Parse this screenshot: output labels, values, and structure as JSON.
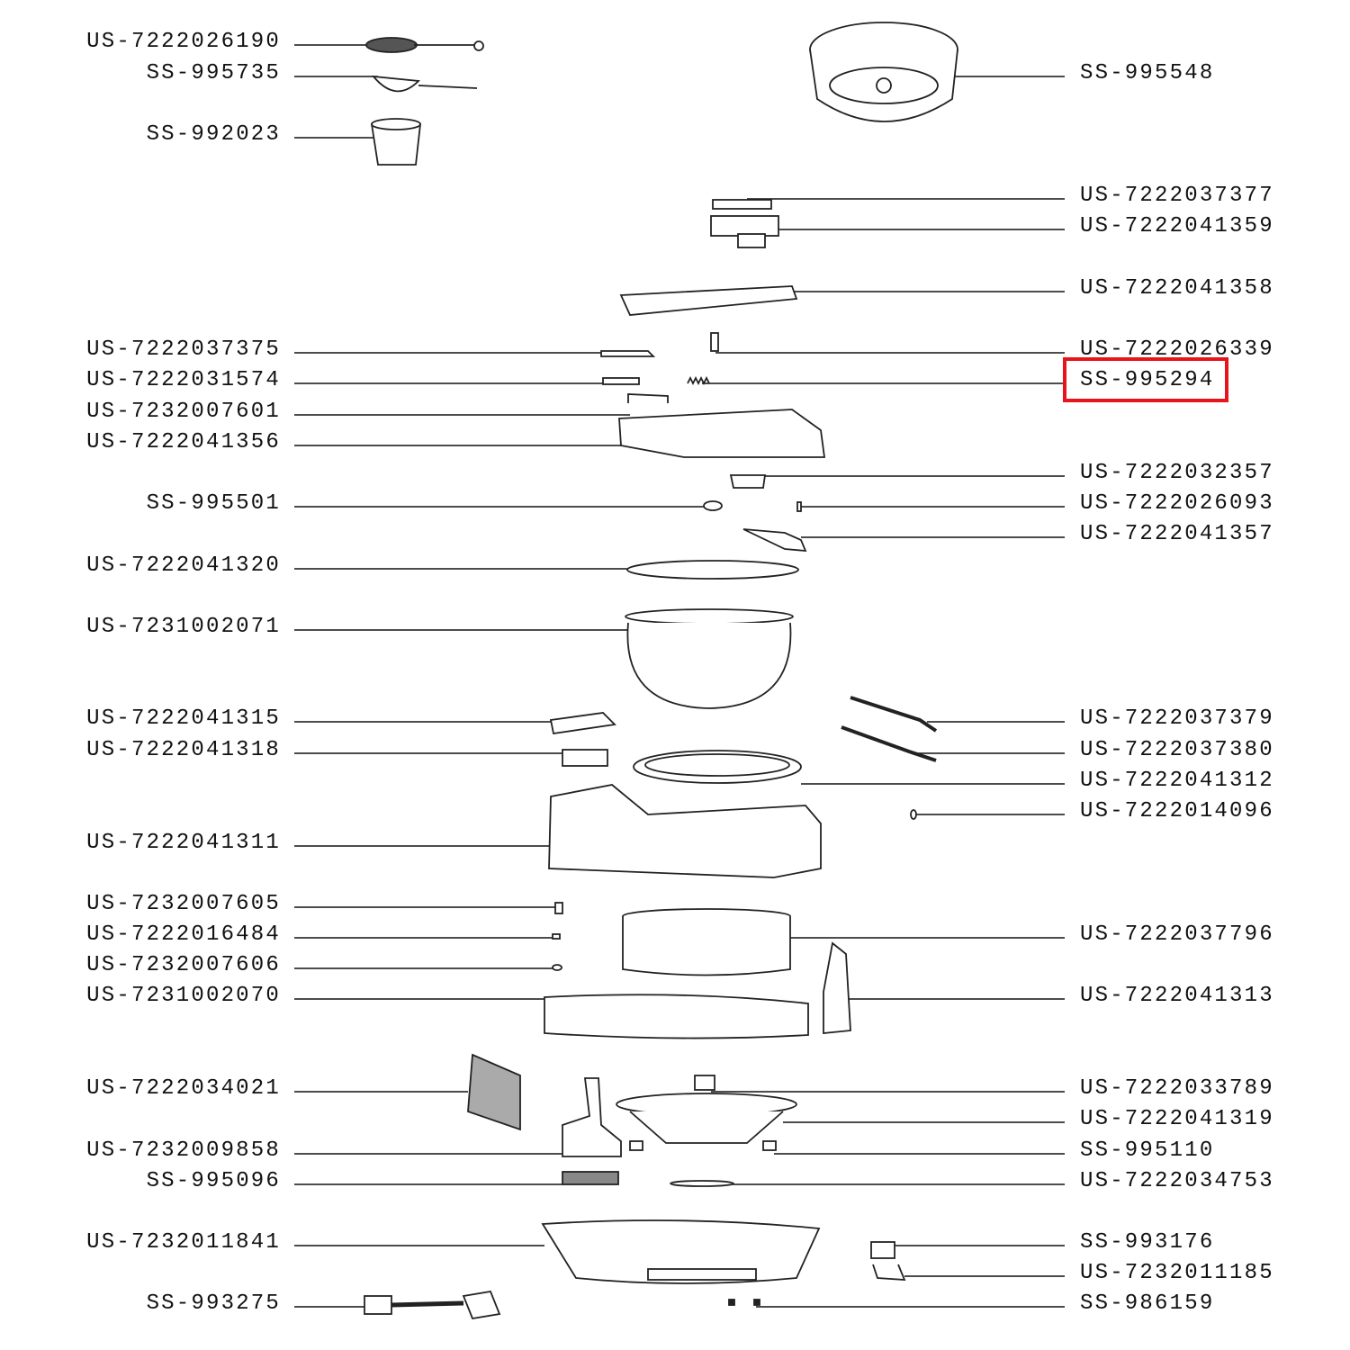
{
  "title": "Exploded parts diagram",
  "highlight_color": "#e8141b",
  "highlighted_part": "SS-995294",
  "left_labels": [
    "US-7222026190",
    "SS-995735",
    "SS-992023",
    "US-7222037375",
    "US-7222031574",
    "US-7232007601",
    "US-7222041356",
    "SS-995501",
    "US-7222041320",
    "US-7231002071",
    "US-7222041315",
    "US-7222041318",
    "US-7222041311",
    "US-7232007605",
    "US-7222016484",
    "US-7232007606",
    "US-7231002070",
    "US-7222034021",
    "US-7232009858",
    "SS-995096",
    "US-7232011841",
    "SS-993275"
  ],
  "right_labels": [
    "SS-995548",
    "US-7222037377",
    "US-7222041359",
    "US-7222041358",
    "US-7222026339",
    "SS-995294",
    "US-7222032357",
    "US-7222026093",
    "US-7222041357",
    "US-7222037379",
    "US-7222037380",
    "US-7222041312",
    "US-7222014096",
    "US-7222037796",
    "US-7222041313",
    "US-7222033789",
    "US-7222041319",
    "SS-995110",
    "US-7222034753",
    "SS-993176",
    "US-7232011185",
    "SS-986159"
  ]
}
